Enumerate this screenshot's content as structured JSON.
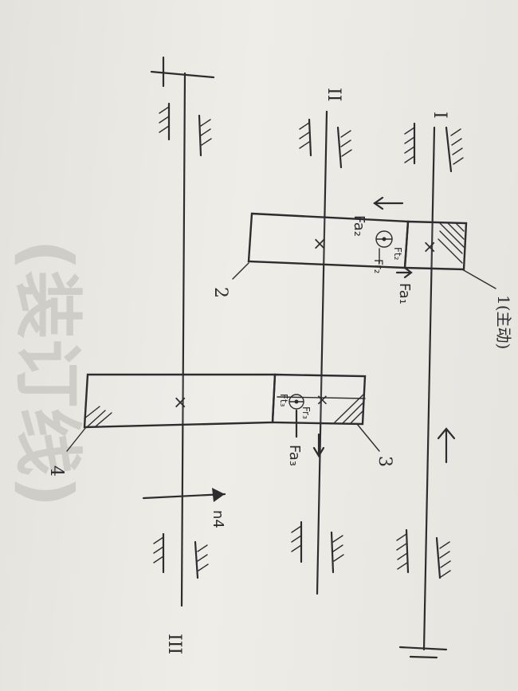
{
  "diagram": {
    "shafts": [
      {
        "id": "I",
        "label": "I"
      },
      {
        "id": "II",
        "label": "II"
      },
      {
        "id": "III",
        "label": "III"
      }
    ],
    "gears": [
      {
        "id": "1",
        "label": "1(主动)"
      },
      {
        "id": "2",
        "label": "2"
      },
      {
        "id": "3",
        "label": "3"
      },
      {
        "id": "4",
        "label": "4"
      }
    ],
    "force_labels": {
      "fa1": "Fa₁",
      "fa2": "Fa₂",
      "fr2": "Fr₂",
      "ft2": "Ft₂",
      "fa3": "Fa₃",
      "fr3": "Fr₃",
      "ft3": "Ft₃"
    },
    "speed_label": "n4",
    "center_mark": "×",
    "bleed_through_text": "(装订线)"
  }
}
